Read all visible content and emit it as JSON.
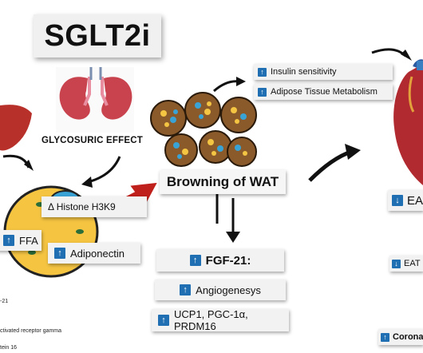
{
  "title": "SGLT2i",
  "glycosuric_label": "GLYCOSURIC EFFECT",
  "browning_label": "Browning of WAT",
  "left": {
    "histone_label": "Δ Histone H3K9",
    "ffa_label": "FFA",
    "adiponectin_label": "Adiponectin"
  },
  "effects_top": [
    "Insulin sensitivity",
    "Adipose Tissue Metabolism"
  ],
  "fgf": {
    "label": "FGF-21:",
    "items": [
      "Angiogenesys",
      "UCP1, PGC-1α, PRDM16"
    ]
  },
  "right": {
    "ea_label": "EA",
    "eat_label": "EAT",
    "coronary_label": "Corona"
  },
  "footnotes": [
    "-21",
    "ctivated receptor gamma",
    "tein 16"
  ],
  "icons": {
    "increase": "up-arrow-icon",
    "decrease": "down-arrow-icon"
  },
  "colors": {
    "indicator_blue": "#1f6fb2",
    "arrow_red": "#c0201c",
    "kidney_red": "#c8434d",
    "cell_yellow": "#f5c542",
    "nucleus_blue": "#3aa3d6"
  }
}
